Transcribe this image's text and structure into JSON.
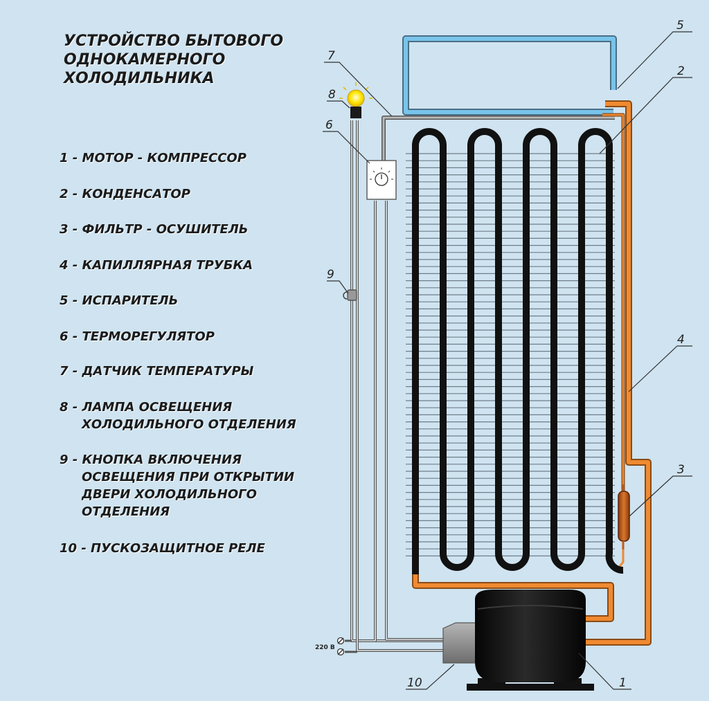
{
  "title": {
    "line1": "УСТРОЙСТВО БЫТОВОГО",
    "line2": "ОДНОКАМЕРНОГО",
    "line3": "ХОЛОДИЛЬНИКА"
  },
  "legend": [
    {
      "lines": [
        "1 - МОТОР - КОМПРЕССОР"
      ]
    },
    {
      "lines": [
        "2 - КОНДЕНСАТОР"
      ]
    },
    {
      "lines": [
        "3 - ФИЛЬТР - ОСУШИТЕЛЬ"
      ]
    },
    {
      "lines": [
        "4 - КАПИЛЛЯРНАЯ ТРУБКА"
      ]
    },
    {
      "lines": [
        "5 - ИСПАРИТЕЛЬ"
      ]
    },
    {
      "lines": [
        "6 - ТЕРМОРЕГУЛЯТОР"
      ]
    },
    {
      "lines": [
        "7 - ДАТЧИК ТЕМПЕРАТУРЫ"
      ]
    },
    {
      "lines": [
        "8 - ЛАМПА ОСВЕЩЕНИЯ",
        "ХОЛОДИЛЬНОГО ОТДЕЛЕНИЯ"
      ]
    },
    {
      "lines": [
        "9 - КНОПКА ВКЛЮЧЕНИЯ",
        "ОСВЕЩЕНИЯ ПРИ ОТКРЫТИИ",
        "ДВЕРИ ХОЛОДИЛЬНОГО",
        "ОТДЕЛЕНИЯ"
      ]
    },
    {
      "lines": [
        "10 - ПУСКОЗАЩИТНОЕ РЕЛЕ"
      ]
    }
  ],
  "callouts": {
    "c1": "1",
    "c2": "2",
    "c3": "3",
    "c4": "4",
    "c5": "5",
    "c6": "6",
    "c7": "7",
    "c8": "8",
    "c9": "9",
    "c10": "10"
  },
  "voltage_label": "220 В",
  "colors": {
    "background": "#cfe3f0",
    "condenser": "#111111",
    "evaporator": "#79c4ea",
    "capillary": "#f08a30",
    "filter_drier": "#c25a18",
    "compressor": "#111111",
    "relay": "#8d8d8d",
    "lamp": "#ffe600"
  }
}
